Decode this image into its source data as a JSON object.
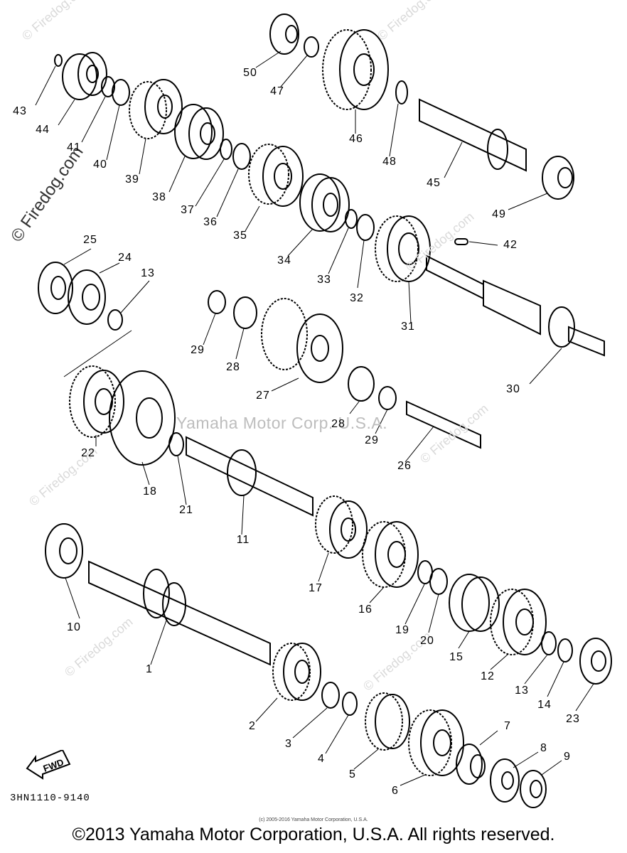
{
  "watermarks": {
    "side": "© Firedog.com",
    "center": "Yamaha Motor Corp. U.S.A.",
    "faint": "© Firedog.com"
  },
  "part_labels": [
    "1",
    "2",
    "3",
    "4",
    "5",
    "6",
    "7",
    "8",
    "9",
    "10",
    "11",
    "12",
    "13",
    "13",
    "14",
    "15",
    "16",
    "17",
    "18",
    "19",
    "20",
    "21",
    "22",
    "23",
    "24",
    "25",
    "26",
    "27",
    "28",
    "28",
    "29",
    "29",
    "30",
    "31",
    "32",
    "33",
    "34",
    "35",
    "36",
    "37",
    "38",
    "39",
    "40",
    "41",
    "42",
    "43",
    "44",
    "45",
    "46",
    "47",
    "48",
    "49",
    "50"
  ],
  "fwd_label": "FWD",
  "part_code": "3HN1110-9140",
  "small_copyright": "(c) 2005-2016 Yamaha Motor Corporation, U.S.A.",
  "copyright": "©2013 Yamaha Motor Corporation, U.S.A. All rights reserved."
}
